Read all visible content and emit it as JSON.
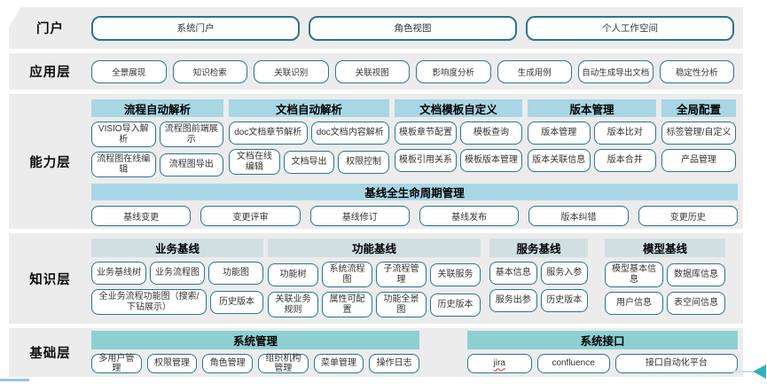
{
  "colors": {
    "band_bg": "#ececec",
    "group_header_blue": "#a8d6e5",
    "group_header_pale": "#d0e0e0",
    "group_header_teal": "#8ed0d2",
    "button_border": "#2b7492",
    "bottom_line": "#9cc2e5",
    "arrow": "#2fb3ba",
    "spellcheck_underline": "#e03030"
  },
  "layers": [
    {
      "label": "门户",
      "buttons": [
        "系统门户",
        "角色视图",
        "个人工作空间"
      ]
    },
    {
      "label": "应用层",
      "buttons": [
        "全景展现",
        "知识检索",
        "关联识别",
        "关联视图",
        "影响度分析",
        "生成用例",
        "自动生成导出文档",
        "稳定性分析"
      ]
    },
    {
      "label": "能力层",
      "groups": [
        {
          "title": "流程自动解析",
          "rows": [
            [
              "VISIO导入解析",
              "流程图前端展示"
            ],
            [
              "流程图在线编辑",
              "流程图导出"
            ]
          ]
        },
        {
          "title": "文档自动解析",
          "rows": [
            [
              "doc文档章节解析",
              "doc文档内容解析"
            ],
            [
              "文档在线编辑",
              "文档导出",
              "权限控制"
            ]
          ]
        },
        {
          "title": "文档模板自定义",
          "rows": [
            [
              "模板章节配置",
              "模板查询"
            ],
            [
              "模板引用关系",
              "模板版本管理"
            ]
          ]
        },
        {
          "title": "版本管理",
          "rows": [
            [
              "版本管理",
              "版本比对"
            ],
            [
              "版本关联信息",
              "版本合并"
            ]
          ]
        },
        {
          "title": "全局配置",
          "rows": [
            [
              "标签管理/自定义"
            ],
            [
              "产品管理"
            ]
          ]
        }
      ],
      "baseline": {
        "title": "基线全生命周期管理",
        "buttons": [
          "基线变更",
          "变更评审",
          "基线修订",
          "基线发布",
          "版本纠错",
          "变更历史"
        ]
      }
    },
    {
      "label": "知识层",
      "groups": [
        {
          "title": "业务基线",
          "rows": [
            [
              "业务基线树",
              "业务流程图",
              "功能图"
            ],
            [
              "全业务流程功能图（搜索/下钻展示）",
              "历史版本"
            ]
          ]
        },
        {
          "title": "功能基线",
          "rows": [
            [
              "功能树",
              "系统流程图",
              "子流程管理",
              "关联服务"
            ],
            [
              "关联业务规则",
              "属性可配置",
              "功能全景图",
              "历史版本"
            ]
          ]
        },
        {
          "title": "服务基线",
          "rows": [
            [
              "基本信息",
              "服务入参"
            ],
            [
              "服务出参",
              "历史版本"
            ]
          ]
        },
        {
          "title": "模型基线",
          "rows": [
            [
              "模型基本信息",
              "数据库信息"
            ],
            [
              "用户信息",
              "表空间信息"
            ]
          ]
        }
      ]
    },
    {
      "label": "基础层",
      "groups": [
        {
          "title": "系统管理",
          "buttons": [
            "多用户管理",
            "权限管理",
            "角色管理",
            "组织机构管理",
            "菜单管理",
            "操作日志"
          ]
        },
        {
          "title": "系统接口",
          "buttons": [
            "jira",
            "confluence",
            "接口自动化平台"
          ]
        }
      ]
    }
  ]
}
